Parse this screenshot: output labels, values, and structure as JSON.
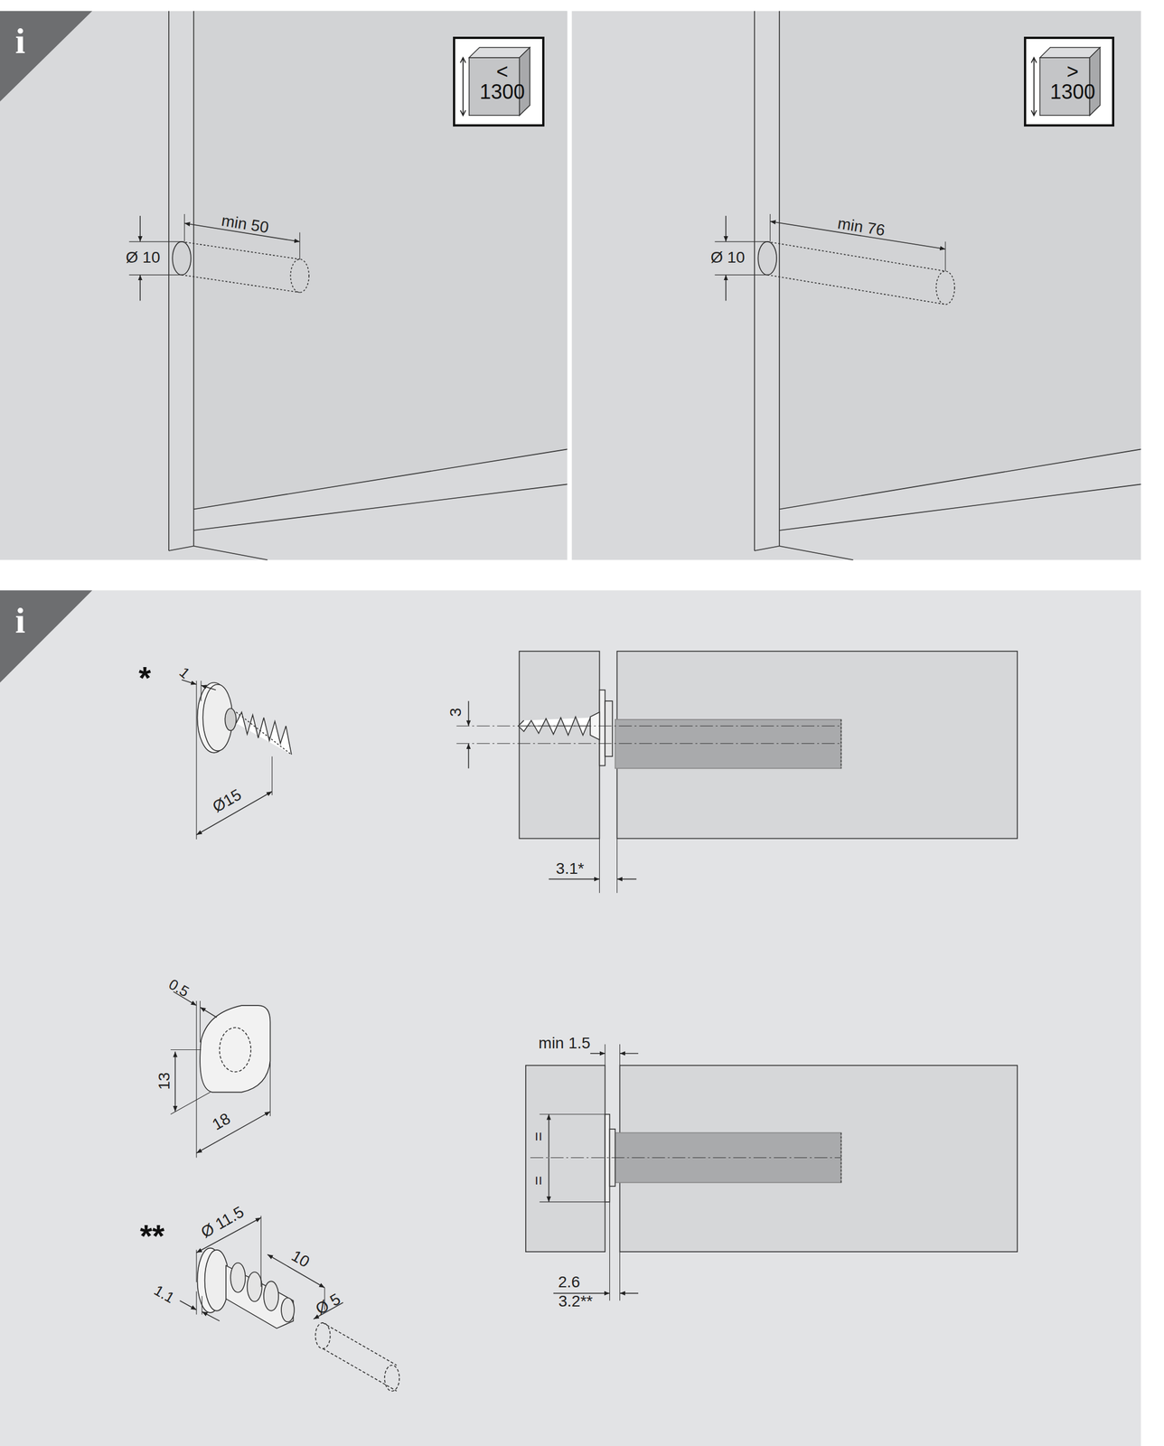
{
  "diagram": {
    "nodes": [
      {
        "text": [
          "< 1300"
        ]
      },
      {
        "text": [
          "> 1300"
        ]
      }
    ],
    "labels": [
      "i",
      "Ø 10",
      "min 50",
      "Ø 10",
      "min 76",
      "i",
      "*",
      "1",
      "Ø15",
      "3",
      "3.1*",
      "0.5",
      "13",
      "18",
      "**",
      "Ø 11.5",
      "10",
      "1.1",
      "Ø 5",
      "min 1.5",
      "=",
      "=",
      "2.6",
      "3.2**"
    ]
  }
}
